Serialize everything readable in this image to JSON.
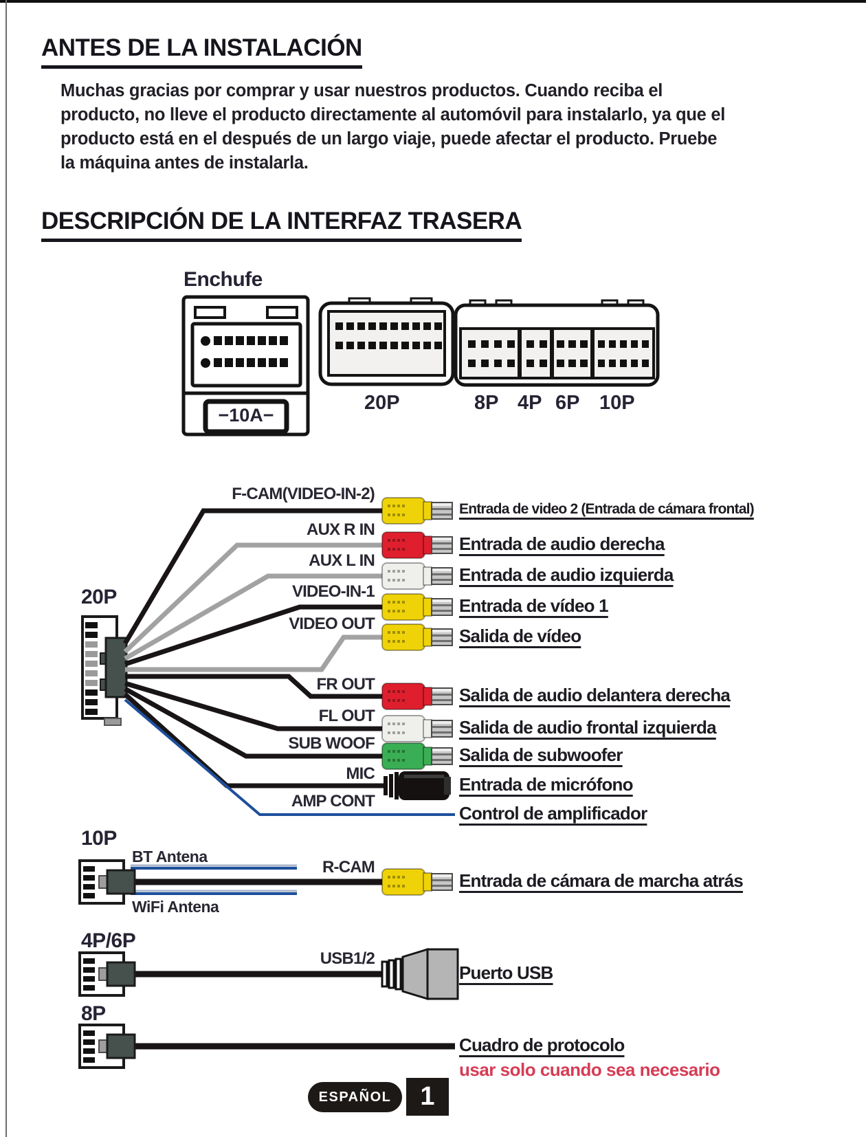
{
  "doc": {
    "title": "ANTES DE LA INSTALACIÓN",
    "section_title": "DESCRIPCIÓN DE LA INTERFAZ TRASERA",
    "intro": {
      "line1": "Muchas gracias por comprar y usar nuestros productos. Cuando reciba el",
      "line2": "producto, no lleve el producto directamente al automóvil para instalarlo, ya que el",
      "line3": "producto está en el después de un largo viaje, puede afectar el producto. Pruebe",
      "line4": "la máquina antes de instalarla."
    }
  },
  "overview": {
    "plug_label": "Enchufe",
    "fuse_label": "−10A−",
    "p20_label": "20P",
    "block_labels": {
      "p8": "8P",
      "p4": "4P",
      "p6": "6P",
      "p10": "10P"
    }
  },
  "harness20p": {
    "label": "20P",
    "rows": [
      {
        "wire": "F-CAM(VIDEO-IN-2)",
        "desc": "Entrada de video 2 (Entrada de cámara frontal)",
        "plug_color": "yellow"
      },
      {
        "wire": "AUX R IN",
        "desc": "Entrada de audio derecha",
        "plug_color": "red"
      },
      {
        "wire": "AUX L IN",
        "desc": "Entrada de audio izquierda",
        "plug_color": "white"
      },
      {
        "wire": "VIDEO-IN-1",
        "desc": "Entrada de vídeo 1",
        "plug_color": "yellow"
      },
      {
        "wire": "VIDEO OUT",
        "desc": "Salida de vídeo",
        "plug_color": "yellow"
      },
      {
        "wire": "FR OUT",
        "desc": "Salida de audio delantera derecha",
        "plug_color": "red"
      },
      {
        "wire": "FL OUT",
        "desc": "Salida de audio frontal izquierda",
        "plug_color": "white"
      },
      {
        "wire": "SUB WOOF",
        "desc": "Salida de subwoofer",
        "plug_color": "green"
      },
      {
        "wire": "MIC",
        "desc": "Entrada de micrófono",
        "plug_color": "black-jack"
      },
      {
        "wire": "AMP CONT",
        "desc": "Control de amplificador",
        "plug_color": "none"
      }
    ]
  },
  "harness10p": {
    "label": "10P",
    "bt_antenna": "BT Antena",
    "wifi_antenna": "WiFi Antena",
    "wire": "R-CAM",
    "desc": "Entrada de cámara de marcha atrás"
  },
  "harness4p6p": {
    "label": "4P/6P",
    "wire": "USB1/2",
    "desc": "Puerto USB"
  },
  "harness8p": {
    "label": "8P",
    "desc": "Cuadro de protocolo",
    "note": "usar solo cuando sea necesario"
  },
  "footer": {
    "language": "ESPAÑOL",
    "page": "1"
  },
  "colors": {
    "accent_red": "#d63c55",
    "rca_yellow": "#efd308",
    "rca_red": "#df1f2d",
    "rca_white": "#efefec",
    "rca_green": "#3aae54",
    "wire_blue": "#1d4f9c",
    "wire_black": "#191517",
    "wire_gray": "#a2a2a2"
  }
}
